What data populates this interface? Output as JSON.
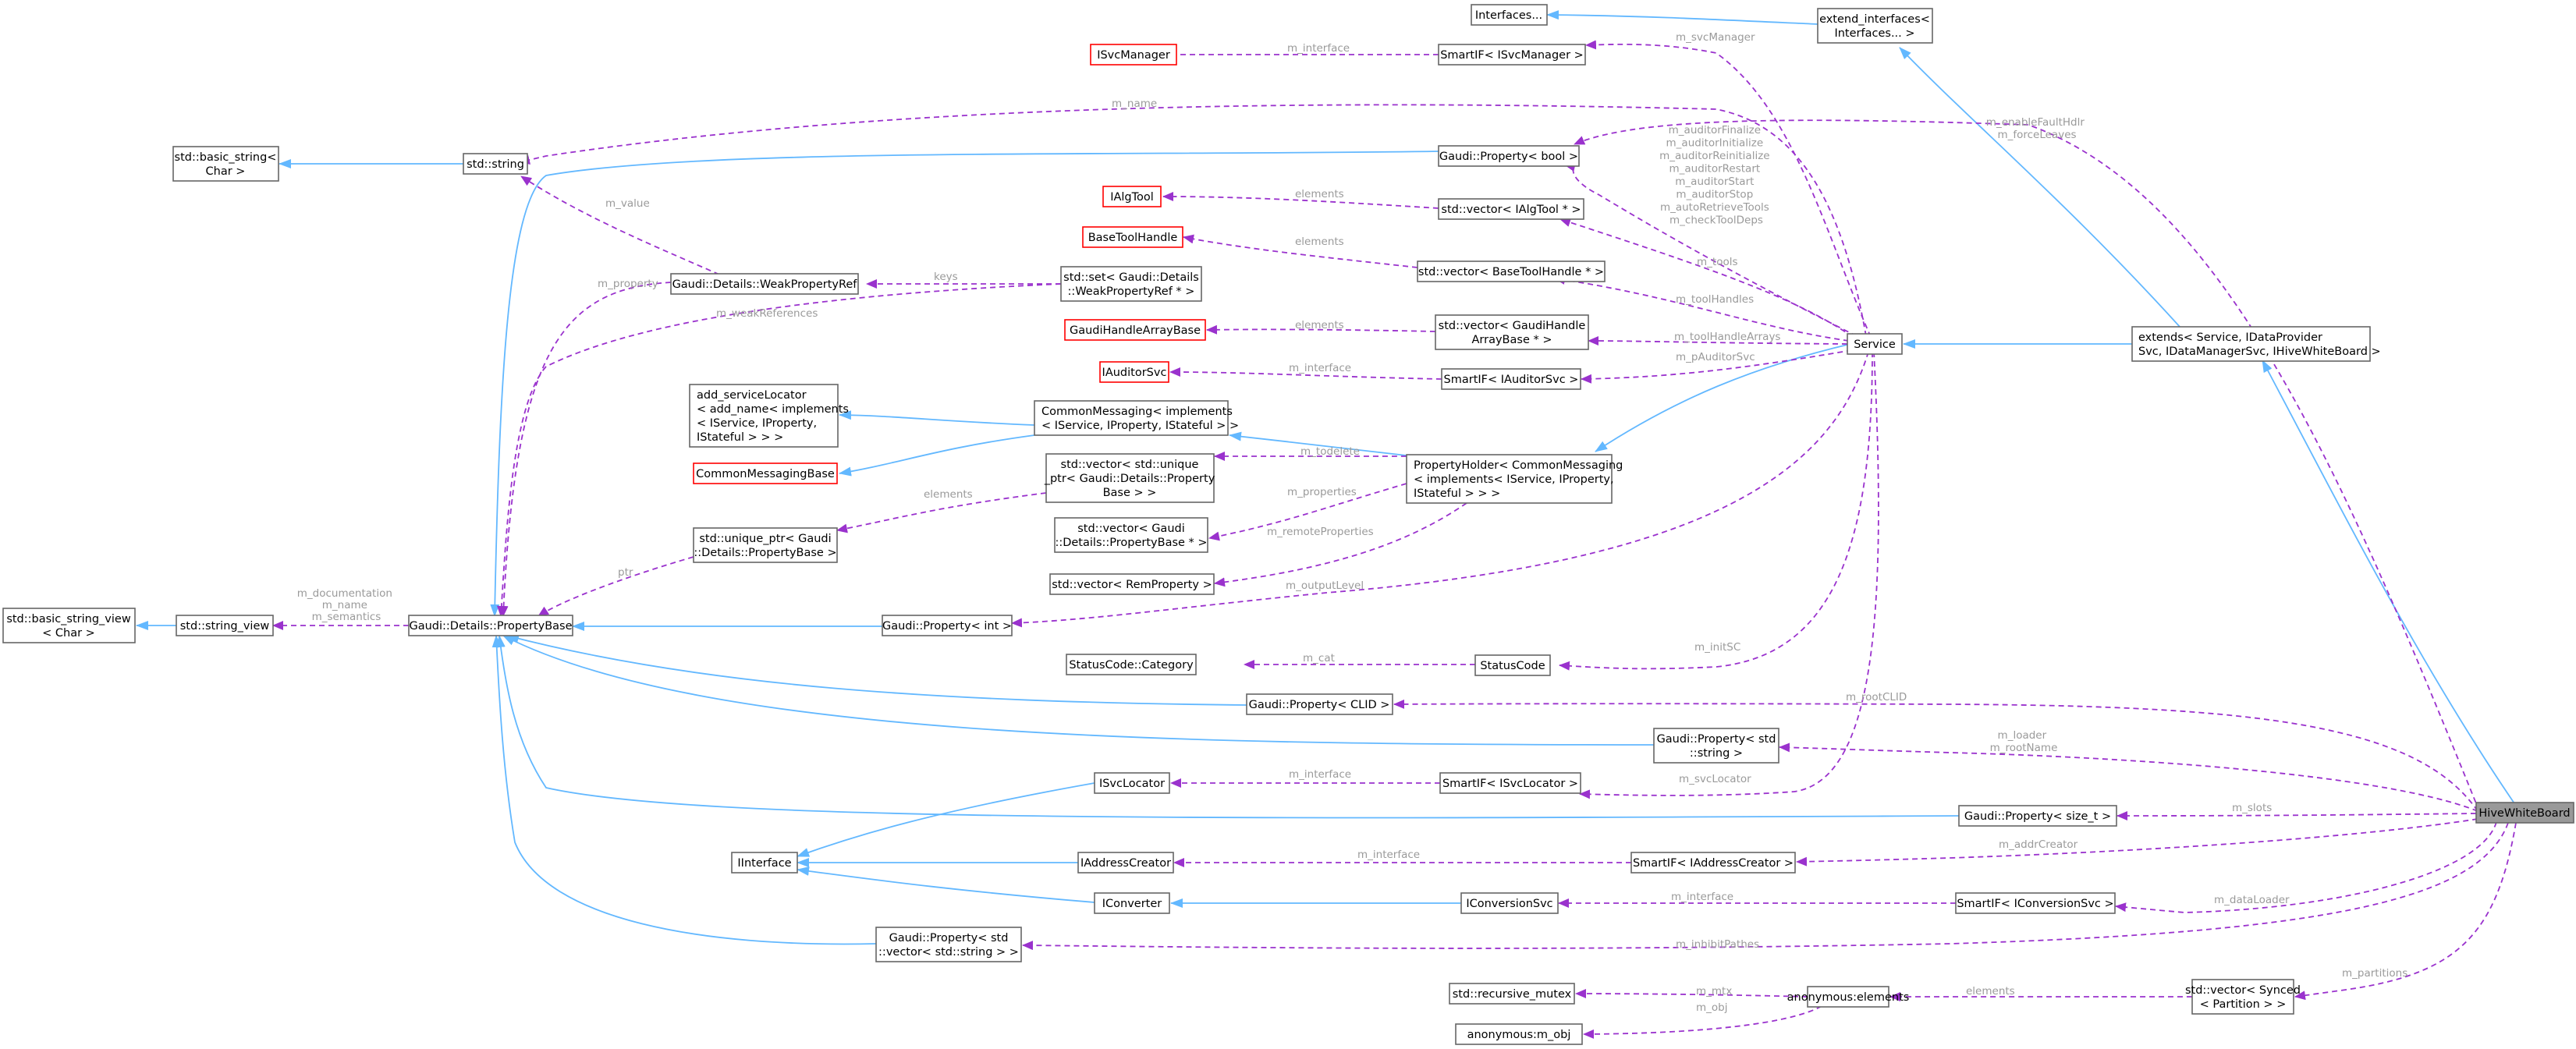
{
  "nodes": {
    "hive": "HiveWhiteBoard",
    "extends": [
      "extends< Service, IDataProvider",
      "Svc, IDataManagerSvc, IHiveWhiteBoard >"
    ],
    "extend_if": [
      "extend_interfaces<",
      "Interfaces... >"
    ],
    "interfaces": "Interfaces...",
    "service": "Service",
    "isvcmanager": "ISvcManager",
    "smart_svcmgr": "SmartIF< ISvcManager >",
    "prop_bool": "Gaudi::Property< bool >",
    "ialgtool": "IAlgTool",
    "vec_algtool": "std::vector< IAlgTool * >",
    "basetoolhandle": "BaseToolHandle",
    "vec_bth": "std::vector< BaseToolHandle * >",
    "gaudihandlearraybase": "GaudiHandleArrayBase",
    "vec_ghab": [
      "std::vector< GaudiHandle",
      "ArrayBase * >"
    ],
    "iauditorsvc": "IAuditorSvc",
    "smart_aud": "SmartIF< IAuditorSvc >",
    "basic_string": [
      "std::basic_string<",
      "Char >"
    ],
    "std_string": "std::string",
    "weakpropref": "Gaudi::Details::WeakPropertyRef",
    "set_wpr": [
      "std::set< Gaudi::Details",
      "::WeakPropertyRef * >"
    ],
    "add_svcloc": [
      "add_serviceLocator",
      "< add_name< implements",
      "< IService, IProperty,",
      "IStateful > > >"
    ],
    "commonmsgbase": "CommonMessagingBase",
    "commonmsg": [
      "CommonMessaging< implements",
      "< IService, IProperty, IStateful > >"
    ],
    "propholder": [
      "PropertyHolder< CommonMessaging",
      "< implements< IService, IProperty,",
      "IStateful > > >"
    ],
    "vec_uptr": [
      "std::vector< std::unique",
      "_ptr< Gaudi::Details::Property",
      "Base > >"
    ],
    "vec_pb": [
      "std::vector< Gaudi",
      "::Details::PropertyBase * >"
    ],
    "vec_remprop": "std::vector< RemProperty >",
    "uptr_pb": [
      "std::unique_ptr< Gaudi",
      "::Details::PropertyBase >"
    ],
    "basic_sv": [
      "std::basic_string_view",
      "< Char >"
    ],
    "string_view": "std::string_view",
    "propbase": "Gaudi::Details::PropertyBase",
    "prop_int": "Gaudi::Property< int >",
    "sc_cat": "StatusCode::Category",
    "statuscode": "StatusCode",
    "prop_clid": "Gaudi::Property< CLID >",
    "prop_string": [
      "Gaudi::Property< std",
      "::string >"
    ],
    "isvclocator": "ISvcLocator",
    "smart_svcloc": "SmartIF< ISvcLocator >",
    "prop_sizet": "Gaudi::Property< size_t >",
    "iinterface": "IInterface",
    "iaddresscreator": "IAddressCreator",
    "smart_addr": "SmartIF< IAddressCreator >",
    "iconverter": "IConverter",
    "iconvsvc": "IConversionSvc",
    "smart_conv": "SmartIF< IConversionSvc >",
    "prop_vecstr": [
      "Gaudi::Property< std",
      "::vector< std::string > >"
    ],
    "recmutex": "std::recursive_mutex",
    "anon_elem": "anonymous:elements",
    "anon_obj": "anonymous:m_obj",
    "vec_partition": [
      "std::vector< Synced",
      "< Partition > >"
    ]
  },
  "labels": {
    "m_svcManager": "m_svcManager",
    "m_interface_svcmgr": "m_interface",
    "m_name": "m_name",
    "m_enableFaultHdlr": [
      "m_enableFaultHdlr",
      "m_forceLeaves"
    ],
    "m_auditors": [
      "m_auditorFinalize",
      "m_auditorInitialize",
      "m_auditorReinitialize",
      "m_auditorRestart",
      "m_auditorStart",
      "m_auditorStop",
      "m_autoRetrieveTools",
      "m_checkToolDeps"
    ],
    "elements_algtool": "elements",
    "m_tools": "m_tools",
    "elements_bth": "elements",
    "m_value": "m_value",
    "m_toolHandles": "m_toolHandles",
    "m_property": "m_property",
    "keys": "keys",
    "elements_ghab": "elements",
    "m_toolHandleArrays": "m_toolHandleArrays",
    "m_weakReferences": "m_weakReferences",
    "m_interface_aud": "m_interface",
    "m_pAuditorSvc": "m_pAuditorSvc",
    "m_todelete": "m_todelete",
    "elements_uptr": "elements",
    "m_properties": "m_properties",
    "m_remoteProperties": "m_remoteProperties",
    "ptr": "ptr",
    "m_doc": [
      "m_documentation",
      "m_name",
      "m_semantics"
    ],
    "m_outputLevel": "m_outputLevel",
    "m_cat": "m_cat",
    "m_initSC": "m_initSC",
    "m_rootCLID": "m_rootCLID",
    "m_loader": [
      "m_loader",
      "m_rootName"
    ],
    "m_interface_svcloc": "m_interface",
    "m_svcLocator": "m_svcLocator",
    "m_slots": "m_slots",
    "m_interface_addr": "m_interface",
    "m_addrCreator": "m_addrCreator",
    "m_interface_conv": "m_interface",
    "m_dataLoader": "m_dataLoader",
    "m_inhibitPathes": "m_inhibitPathes",
    "m_mtx": "m_mtx",
    "m_obj": "m_obj",
    "elements_part": "elements",
    "m_partitions": "m_partitions"
  },
  "colors": {
    "inheritance": "#63b8ff",
    "usage": "#9a32cd",
    "label": "#9a9a9a",
    "highlight": "#999999",
    "undocumented_border": "#ff0000"
  }
}
